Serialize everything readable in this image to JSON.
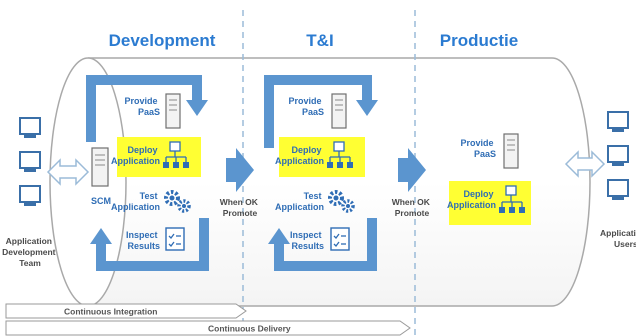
{
  "phases": {
    "development": "Development",
    "ti": "T&I",
    "productie": "Productie"
  },
  "left_actor": {
    "line1": "Application",
    "line2": "Development",
    "line3": "Team"
  },
  "right_actor": {
    "line1": "Application",
    "line2": "Users"
  },
  "scm": "SCM",
  "dev": {
    "provide": [
      "Provide",
      "PaaS"
    ],
    "deploy": [
      "Deploy",
      "Application"
    ],
    "test": [
      "Test",
      "Application"
    ],
    "inspect": [
      "Inspect",
      "Results"
    ]
  },
  "ti": {
    "provide": [
      "Provide",
      "PaaS"
    ],
    "deploy": [
      "Deploy",
      "Application"
    ],
    "test": [
      "Test",
      "Application"
    ],
    "inspect": [
      "Inspect",
      "Results"
    ]
  },
  "prod": {
    "provide": [
      "Provide",
      "PaaS"
    ],
    "deploy": [
      "Deploy",
      "Application"
    ]
  },
  "promote1": [
    "When OK",
    "Promote"
  ],
  "promote2": [
    "When OK",
    "Promote"
  ],
  "bands": {
    "ci": "Continuous Integration",
    "cd": "Continuous Delivery"
  },
  "colors": {
    "phase_title": "#2b7bd1",
    "arrow_blue": "#5b95cf",
    "label_blue": "#2f6db5",
    "highlight": "#ffff33",
    "tube_line": "#a9a9a9",
    "divider": "#9bbbd8"
  },
  "icons": [
    "server-icon",
    "org-chart-icon",
    "gears-icon",
    "checklist-icon",
    "computer-icon",
    "double-arrow-icon"
  ]
}
